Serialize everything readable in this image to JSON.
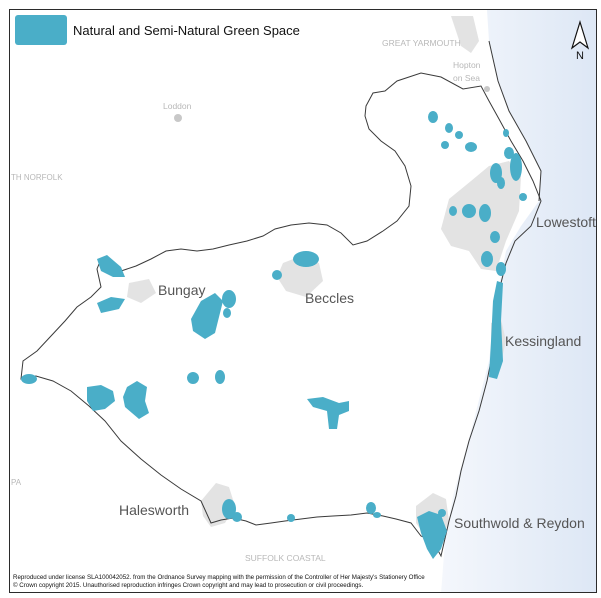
{
  "legend": {
    "label": "Natural and Semi-Natural Green Space",
    "color": "#4aaec8"
  },
  "north_arrow": {
    "label": "N"
  },
  "places": {
    "great_yarmouth": "GREAT YARMOUTH",
    "hopton": "Hopton",
    "on_sea": "on Sea",
    "loddon": "Loddon",
    "south_norfolk": "TH NORFOLK",
    "lowestoft": "Lowestoft",
    "bungay": "Bungay",
    "beccles": "Beccles",
    "kessingland": "Kessingland",
    "halesworth": "Halesworth",
    "southwold": "Southwold & Reydon",
    "suffolk_coastal": "SUFFOLK COASTAL",
    "pa": "PA"
  },
  "credit": {
    "line1": "Reproduced under license SLA100042052. from the Ordnance Survey mapping with the permission of the Controller of Her Majesty's Stationery Office",
    "line2": "© Crown copyright 2015. Unauthorised reproduction infringes Crown copyright and may lead to prosecution or civil proceedings."
  },
  "colors": {
    "sea": "#e2eaf6",
    "urban": "#e3e3e3",
    "green_space": "#4aaec8",
    "boundary": "#3a3a3a",
    "place_grey": "#b8b8b8"
  }
}
